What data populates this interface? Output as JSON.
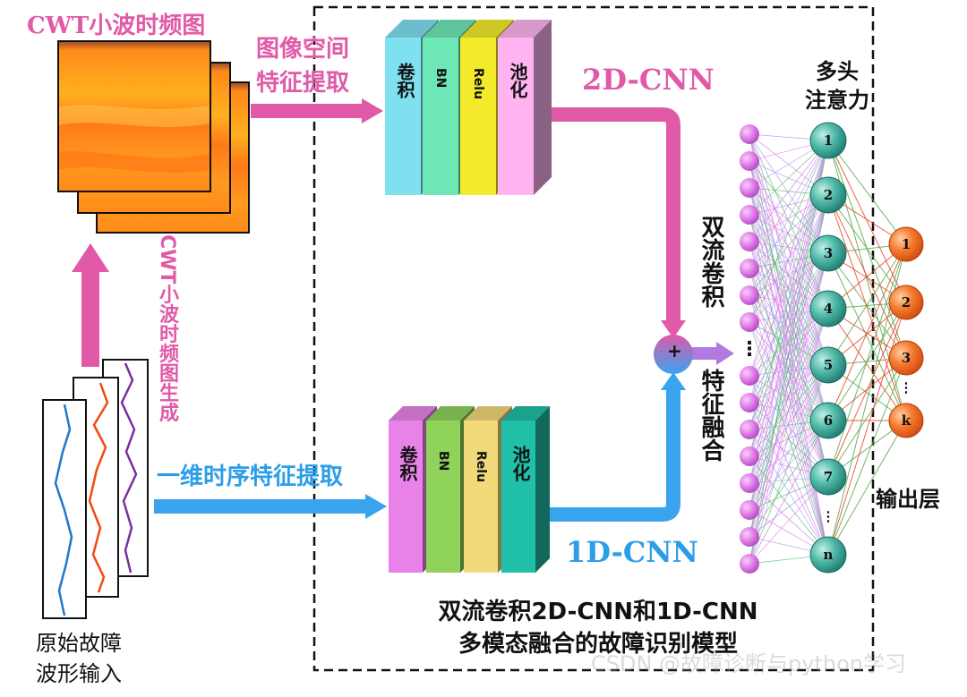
{
  "titles": {
    "cwt_title": "CWT小波时频图",
    "image_feature": [
      "图像空间",
      "特征提取"
    ],
    "cwt_generate": "CWT小波时频图生成",
    "seq_feature": "一维时序特征提取",
    "raw_input": [
      "原始故障",
      "波形输入"
    ],
    "cnn2d": "2D-CNN",
    "cnn1d": "1D-CNN",
    "dual_conv": "双流卷积",
    "feature_fusion": "特征融合",
    "attention": [
      "多头",
      "注意力"
    ],
    "output_layer": "输出层",
    "model_title": [
      "双流卷积2D-CNN和1D-CNN",
      "多模态融合的故障识别模型"
    ],
    "fusion_symbol": "+"
  },
  "blocks_2d": [
    "卷积",
    "BN",
    "Relu",
    "池化"
  ],
  "blocks_1d": [
    "卷积",
    "BN",
    "Relu",
    "池化"
  ],
  "attention_nodes": [
    "1",
    "2",
    "3",
    "4",
    "5",
    "6",
    "7",
    "⋮",
    "n"
  ],
  "output_nodes": [
    "1",
    "2",
    "3",
    "⋮",
    "k"
  ],
  "input_dots": "⋮",
  "watermark": "CSDN @故障诊断与python学习",
  "colors": {
    "pink": "#e05aa8",
    "blue": "#2b9ee8",
    "attention_node": "#3aa294",
    "output_node": "#f26b22",
    "input_node": "#e07be8",
    "block2d": [
      "#7fe0f0",
      "#6ee7b7",
      "#f2ea2a",
      "#ffb3f0"
    ],
    "block1d": [
      "#e882e8",
      "#8fd35a",
      "#f2d97a",
      "#1fbfa8"
    ]
  }
}
